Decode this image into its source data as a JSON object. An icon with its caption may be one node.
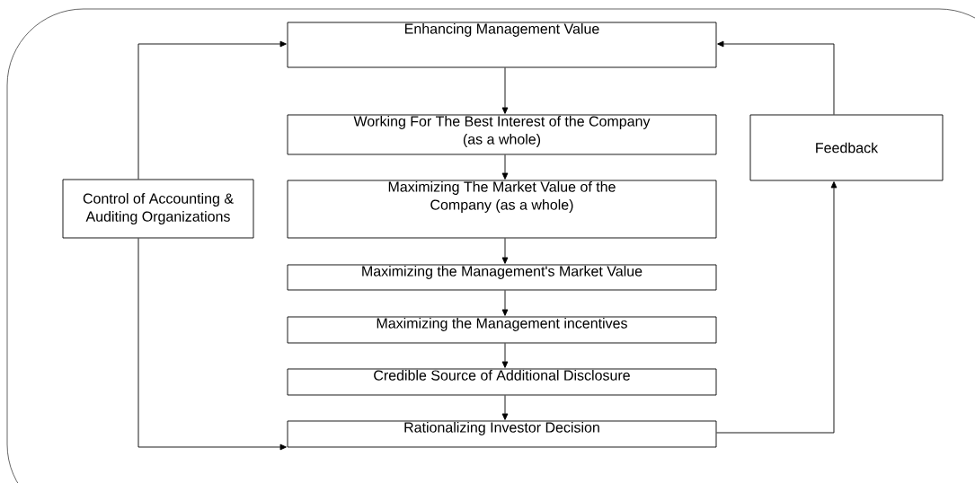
{
  "diagram": {
    "nodes": [
      {
        "text": [
          "Enhancing Management Value"
        ]
      },
      {
        "text": [
          "Working For The Best Interest of the Company (as a whole)"
        ]
      },
      {
        "text": [
          "Maximizing The Market Value of the Company (as a whole)"
        ]
      },
      {
        "text": [
          "Maximizing the Management's Market Value"
        ]
      },
      {
        "text": [
          "Maximizing the Management incentives"
        ]
      },
      {
        "text": [
          "Credible Source of Additional Disclosure"
        ]
      },
      {
        "text": [
          "Rationalizing Investor Decision"
        ]
      },
      {
        "text": [
          "Control of Accounting & Auditing Organizations"
        ]
      },
      {
        "text": [
          "Feedback"
        ]
      }
    ],
    "edges": [
      {
        "from": 0,
        "to": 1,
        "arrow": "to"
      },
      {
        "from": 1,
        "to": 2,
        "arrow": "to"
      },
      {
        "from": 2,
        "to": 3,
        "arrow": "to"
      },
      {
        "from": 3,
        "to": 4,
        "arrow": "to"
      },
      {
        "from": 4,
        "to": 5,
        "arrow": "to"
      },
      {
        "from": 5,
        "to": 6,
        "arrow": "to"
      },
      {
        "from": 7,
        "to": 0,
        "arrow": "to"
      },
      {
        "from": 7,
        "to": 6,
        "arrow": "to"
      },
      {
        "from": 6,
        "to": 8,
        "arrow": "to"
      },
      {
        "from": 8,
        "to": 0,
        "arrow": "to"
      }
    ]
  }
}
